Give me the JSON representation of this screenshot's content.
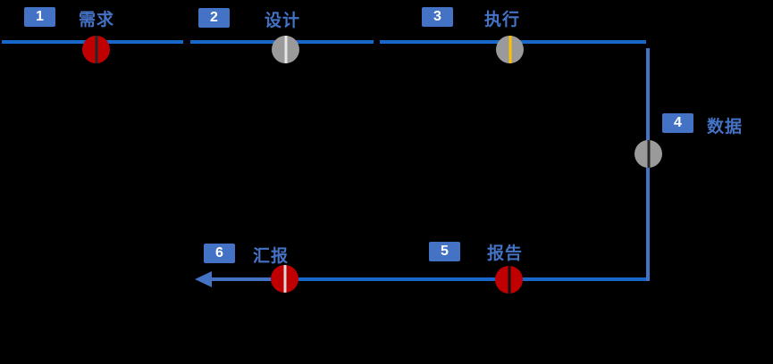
{
  "diagram": {
    "type": "process-flow",
    "steps": [
      {
        "num": "1",
        "label": "需求",
        "node_color": "red",
        "divider_color": "dark"
      },
      {
        "num": "2",
        "label": "设计",
        "node_color": "gray",
        "divider_color": "white"
      },
      {
        "num": "3",
        "label": "执行",
        "node_color": "gray",
        "divider_color": "yellow"
      },
      {
        "num": "4",
        "label": "数据",
        "node_color": "gray",
        "divider_color": "dark"
      },
      {
        "num": "5",
        "label": "报告",
        "node_color": "red",
        "divider_color": "black"
      },
      {
        "num": "6",
        "label": "汇报",
        "node_color": "red",
        "divider_color": "lgray"
      }
    ],
    "flow": "1 → 2 → 3 → 4 → 5 → 6, S-shaped path ending in a left-pointing arrow",
    "colors": {
      "background": "#000000",
      "line_primary": "#1868CC",
      "line_secondary": "#4472C4",
      "badge_bg": "#4472C4",
      "badge_text": "#FFFFFF",
      "label_text": "#4472C4",
      "node_red": "#C00000",
      "node_gray": "#9A9A9A",
      "divider_dark": "#262626",
      "divider_black": "#111111",
      "divider_white": "#E6E6E6",
      "divider_yellow": "#FFC000",
      "divider_lgray": "#D9D9D9"
    }
  }
}
